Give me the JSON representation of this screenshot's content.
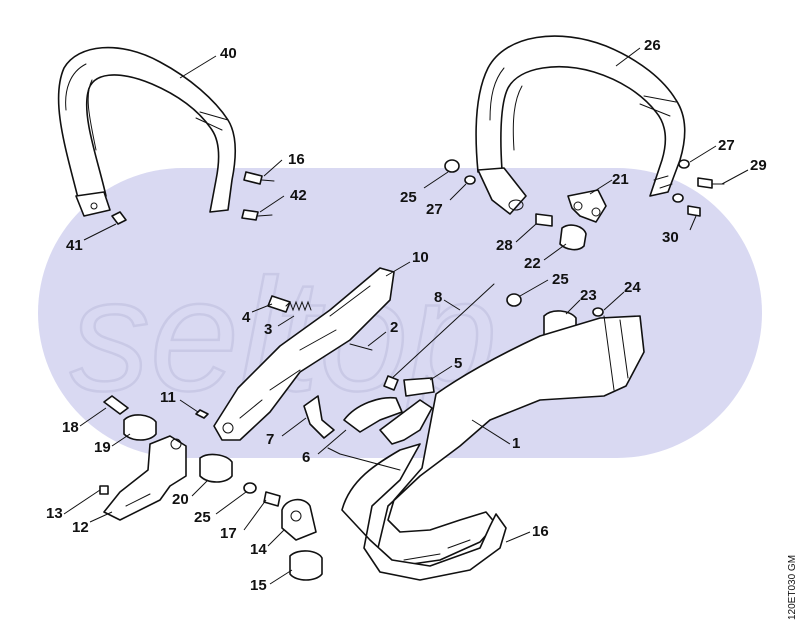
{
  "watermark": "seltop",
  "drawing_code": "120ET030 GM",
  "colors": {
    "band": "#d9d9f2",
    "ink": "#111111",
    "watermark_stroke": "#c9c9e6"
  },
  "callouts": [
    {
      "id": "40",
      "label": "40"
    },
    {
      "id": "26",
      "label": "26"
    },
    {
      "id": "16a",
      "label": "16"
    },
    {
      "id": "42",
      "label": "42"
    },
    {
      "id": "41",
      "label": "41"
    },
    {
      "id": "27a",
      "label": "27"
    },
    {
      "id": "29",
      "label": "29"
    },
    {
      "id": "25a",
      "label": "25"
    },
    {
      "id": "27b",
      "label": "27"
    },
    {
      "id": "21",
      "label": "21"
    },
    {
      "id": "30",
      "label": "30"
    },
    {
      "id": "28",
      "label": "28"
    },
    {
      "id": "22",
      "label": "22"
    },
    {
      "id": "10",
      "label": "10"
    },
    {
      "id": "25b",
      "label": "25"
    },
    {
      "id": "8",
      "label": "8"
    },
    {
      "id": "23",
      "label": "23"
    },
    {
      "id": "24",
      "label": "24"
    },
    {
      "id": "4",
      "label": "4"
    },
    {
      "id": "3",
      "label": "3"
    },
    {
      "id": "2",
      "label": "2"
    },
    {
      "id": "5",
      "label": "5"
    },
    {
      "id": "11",
      "label": "11"
    },
    {
      "id": "18",
      "label": "18"
    },
    {
      "id": "19",
      "label": "19"
    },
    {
      "id": "7",
      "label": "7"
    },
    {
      "id": "6",
      "label": "6"
    },
    {
      "id": "1",
      "label": "1"
    },
    {
      "id": "20",
      "label": "20"
    },
    {
      "id": "13",
      "label": "13"
    },
    {
      "id": "25c",
      "label": "25"
    },
    {
      "id": "12",
      "label": "12"
    },
    {
      "id": "17",
      "label": "17"
    },
    {
      "id": "14",
      "label": "14"
    },
    {
      "id": "16b",
      "label": "16"
    },
    {
      "id": "15",
      "label": "15"
    }
  ]
}
